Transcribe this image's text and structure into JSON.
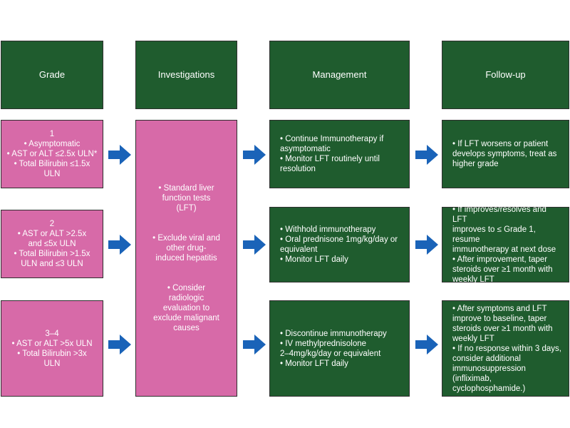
{
  "headers": [
    "Grade",
    "Investigations",
    "Management",
    "Follow-up"
  ],
  "grades": [
    [
      "1",
      "• Asymptomatic",
      "• AST or ALT ≤2.5x ULN*",
      "• Total Bilirubin ≤1.5x",
      "ULN"
    ],
    [
      "2",
      "• AST or ALT >2.5x",
      "and ≤5x ULN",
      "• Total Bilirubin >1.5x",
      "ULN and ≤3 ULN"
    ],
    [
      "3–4",
      "• AST or ALT >5x ULN",
      "• Total Bilirubin >3x",
      "ULN"
    ]
  ],
  "investigations": [
    [
      "• Standard liver",
      "function tests",
      "(LFT)"
    ],
    [
      "• Exclude viral and",
      "other drug-",
      "induced hepatitis"
    ],
    [
      "• Consider",
      "radiologic",
      "evaluation to",
      "exclude malignant",
      "causes"
    ]
  ],
  "management": [
    [
      "• Continue Immunotherapy if",
      "asymptomatic",
      "• Monitor LFT routinely until",
      "resolution"
    ],
    [
      "• Withhold immunotherapy",
      "• Oral prednisone 1mg/kg/day or",
      "equivalent",
      "• Monitor LFT daily"
    ],
    [
      "• Discontinue immunotherapy",
      "• IV methylprednisolone",
      "2–4mg/kg/day or equivalent",
      "• Monitor LFT daily"
    ]
  ],
  "followup": [
    [
      "• If LFT worsens or patient",
      "develops symptoms, treat as",
      "higher grade"
    ],
    [
      "• If improves/resolves and LFT",
      "improves to ≤ Grade 1, resume",
      "immunotherapy at next dose",
      "• After improvement, taper",
      "steroids over ≥1 month with",
      "weekly LFT"
    ],
    [
      "• After symptoms and LFT",
      "improve to baseline, taper",
      "steroids over ≥1 month with",
      "weekly LFT",
      "• If no response within 3 days,",
      "consider additional",
      "immunosuppression (infliximab,",
      "cyclophosphamide.)"
    ]
  ],
  "colors": {
    "green": "#1f5c2e",
    "pink": "#d76aa8",
    "arrow": "#1a63b8"
  }
}
